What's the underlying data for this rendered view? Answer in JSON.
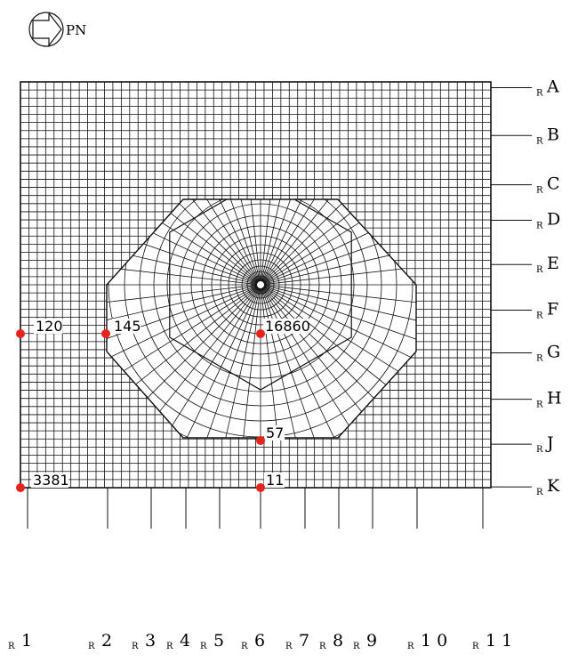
{
  "north_arrow": {
    "label": "PN"
  },
  "row_axes": [
    {
      "sub": "R",
      "name": "A"
    },
    {
      "sub": "R",
      "name": "B"
    },
    {
      "sub": "R",
      "name": "C"
    },
    {
      "sub": "R",
      "name": "D"
    },
    {
      "sub": "R",
      "name": "E"
    },
    {
      "sub": "R",
      "name": "F"
    },
    {
      "sub": "R",
      "name": "G"
    },
    {
      "sub": "R",
      "name": "H"
    },
    {
      "sub": "R",
      "name": "J"
    },
    {
      "sub": "R",
      "name": "K"
    }
  ],
  "col_axes": [
    {
      "sub": "R",
      "name": "1"
    },
    {
      "sub": "R",
      "name": "2"
    },
    {
      "sub": "R",
      "name": "3"
    },
    {
      "sub": "R",
      "name": "4"
    },
    {
      "sub": "R",
      "name": "5"
    },
    {
      "sub": "R",
      "name": "6"
    },
    {
      "sub": "R",
      "name": "7"
    },
    {
      "sub": "R",
      "name": "8"
    },
    {
      "sub": "R",
      "name": "9"
    },
    {
      "sub": "R",
      "name": "1 0"
    },
    {
      "sub": "R",
      "name": "1 1"
    }
  ],
  "nodes": [
    {
      "id": "120"
    },
    {
      "id": "145"
    },
    {
      "id": "16860"
    },
    {
      "id": "57"
    },
    {
      "id": "3381"
    },
    {
      "id": "11"
    }
  ],
  "colors": {
    "line": "#111111",
    "node": "#e8231c",
    "background": "#ffffff"
  }
}
